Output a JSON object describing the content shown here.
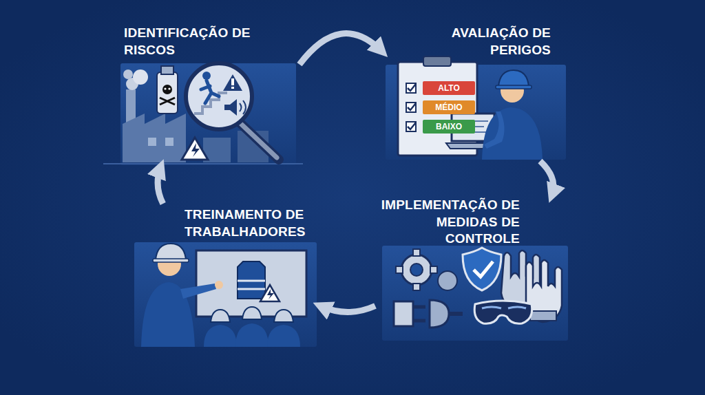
{
  "diagram": {
    "nodes": [
      {
        "text": [
          "IDENTIFICAÇÃO DE RISCOS"
        ]
      },
      {
        "text": [
          "AVALIAÇÃO DE PERIGOS"
        ]
      },
      {
        "text": [
          "TREINAMENTO DE TRABALHADORES"
        ]
      },
      {
        "text": [
          "IMPLEMENTAÇÃO DE MEDIDAS DE CONTROLE"
        ]
      }
    ],
    "edges": [
      {
        "from": 0,
        "to": 1,
        "arrow": "to"
      },
      {
        "from": 1,
        "to": 3,
        "arrow": "to"
      },
      {
        "from": 3,
        "to": 2,
        "arrow": "to"
      },
      {
        "from": 2,
        "to": 0,
        "arrow": "to"
      }
    ],
    "labels": [
      "ALTO",
      "MÉDIO",
      "BAIXO"
    ]
  }
}
